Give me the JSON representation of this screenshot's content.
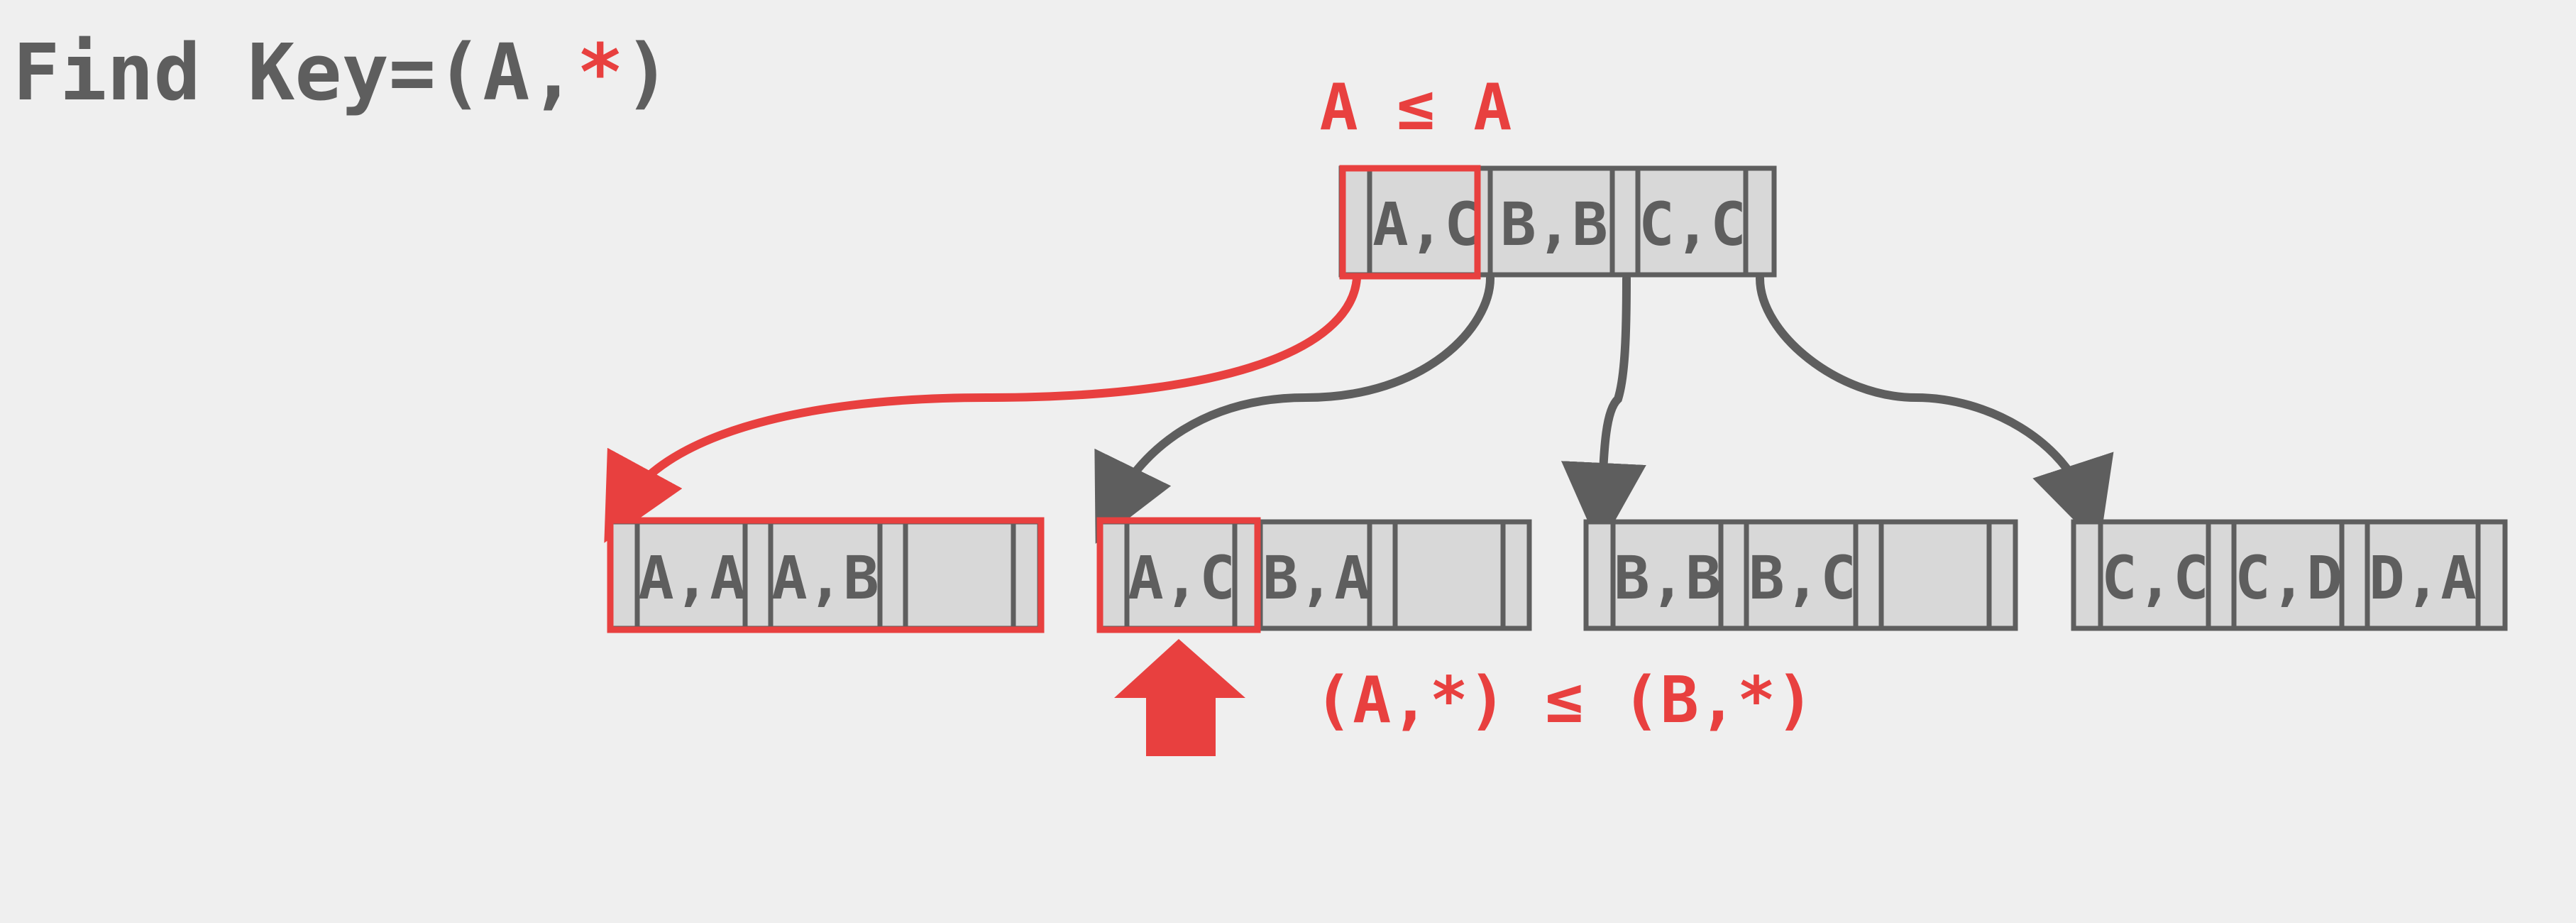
{
  "title": {
    "prefix": "Find Key=(A,",
    "wildcard": "*",
    "suffix": ")"
  },
  "root_comparison": "A ≤ A",
  "leaf_comparison": {
    "open": "(A,",
    "star1": "*",
    "mid": ") ≤ (B,",
    "star2": "*",
    "close": ")"
  },
  "root_node": {
    "keys": [
      "A,C",
      "B,B",
      "C,C"
    ]
  },
  "leaf_nodes": [
    {
      "keys": [
        "A,A",
        "A,B",
        ""
      ]
    },
    {
      "keys": [
        "A,C",
        "B,A",
        ""
      ]
    },
    {
      "keys": [
        "B,B",
        "B,C",
        ""
      ]
    },
    {
      "keys": [
        "C,C",
        "C,D",
        "D,A"
      ]
    }
  ],
  "highlight": {
    "traversed_leaf": 0,
    "current_leaf_key": "leaf-1-key-0",
    "current_root_key": "root-key-0"
  },
  "colors": {
    "background": "#efefef",
    "node_fill": "#d8d8d8",
    "node_stroke": "#5e5e5e",
    "text": "#5e5e5e",
    "accent_red": "#e8403f"
  },
  "icons": [
    "scan-cursor-arrow-icon"
  ]
}
